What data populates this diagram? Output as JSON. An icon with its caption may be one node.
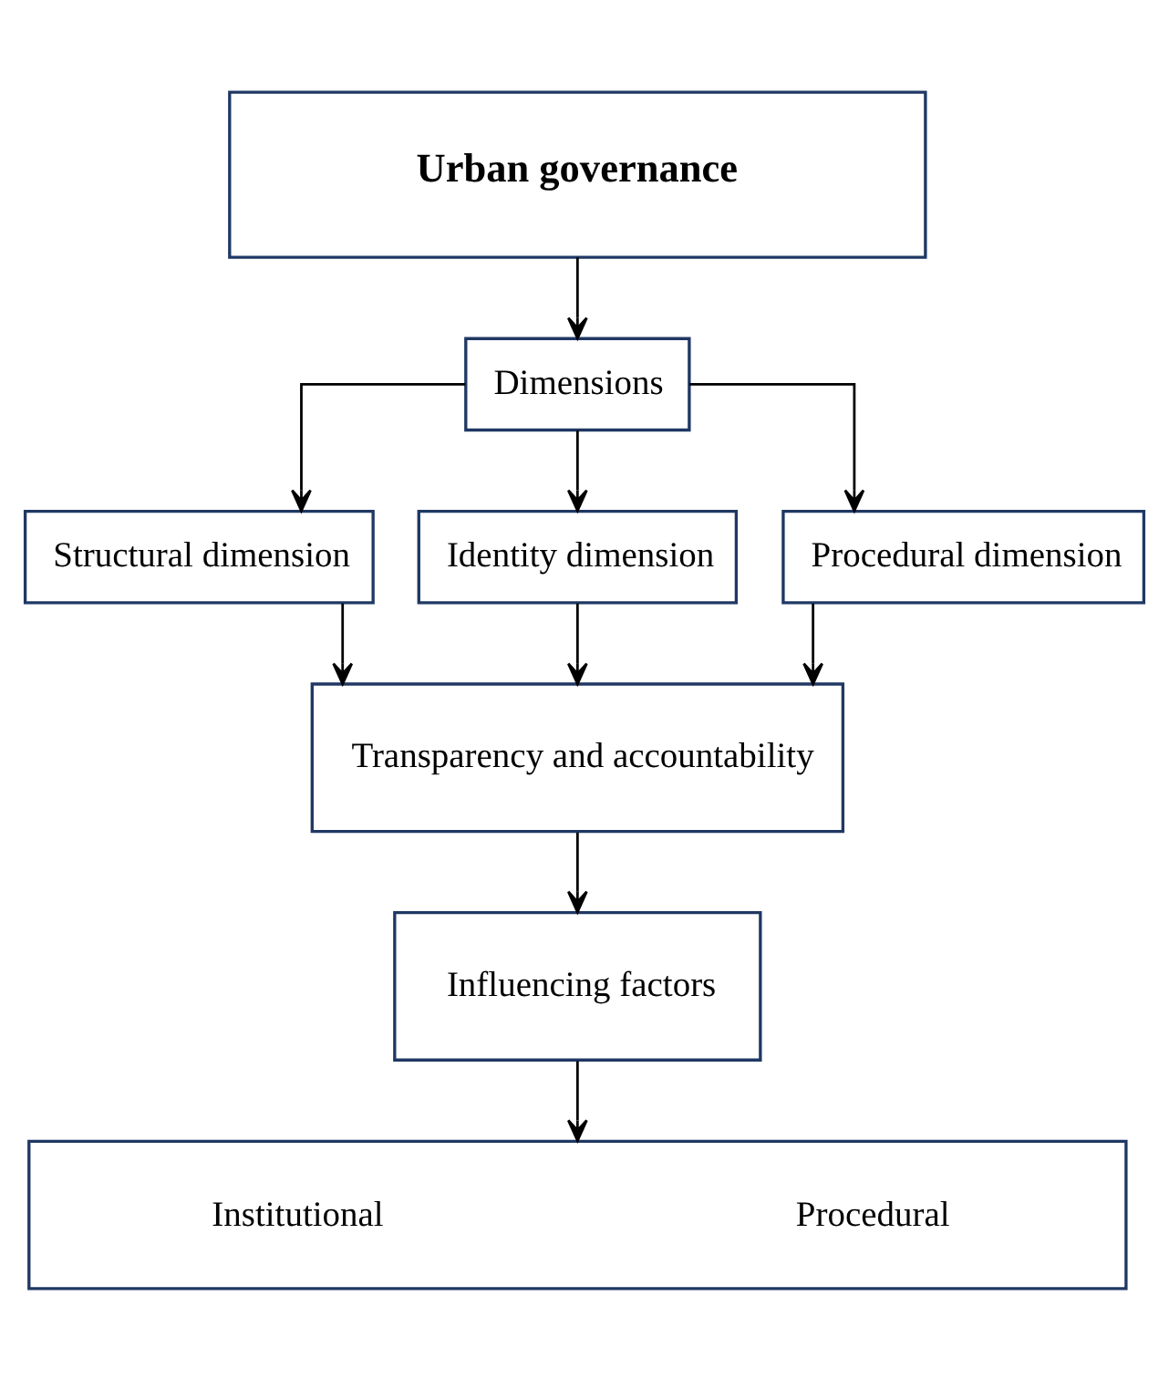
{
  "diagram": {
    "nodes": [
      {
        "text": [
          "Urban governance"
        ]
      },
      {
        "text": [
          "Dimensions"
        ]
      },
      {
        "text": [
          "Structural dimension"
        ]
      },
      {
        "text": [
          "Identity dimension"
        ]
      },
      {
        "text": [
          "Procedural dimension"
        ]
      },
      {
        "text": [
          "Transparency and accountability"
        ]
      },
      {
        "text": [
          "Influencing factors"
        ]
      },
      {
        "text": [
          "Institutional",
          "Procedural"
        ]
      }
    ],
    "edges": [
      {
        "from": 0,
        "to": 1,
        "arrow": "to"
      },
      {
        "from": 1,
        "to": 2,
        "arrow": "to"
      },
      {
        "from": 1,
        "to": 3,
        "arrow": "to"
      },
      {
        "from": 1,
        "to": 4,
        "arrow": "to"
      },
      {
        "from": 2,
        "to": 5,
        "arrow": "to"
      },
      {
        "from": 3,
        "to": 5,
        "arrow": "to"
      },
      {
        "from": 4,
        "to": 5,
        "arrow": "to"
      },
      {
        "from": 5,
        "to": 6,
        "arrow": "to"
      },
      {
        "from": 6,
        "to": 7,
        "arrow": "to"
      }
    ]
  }
}
